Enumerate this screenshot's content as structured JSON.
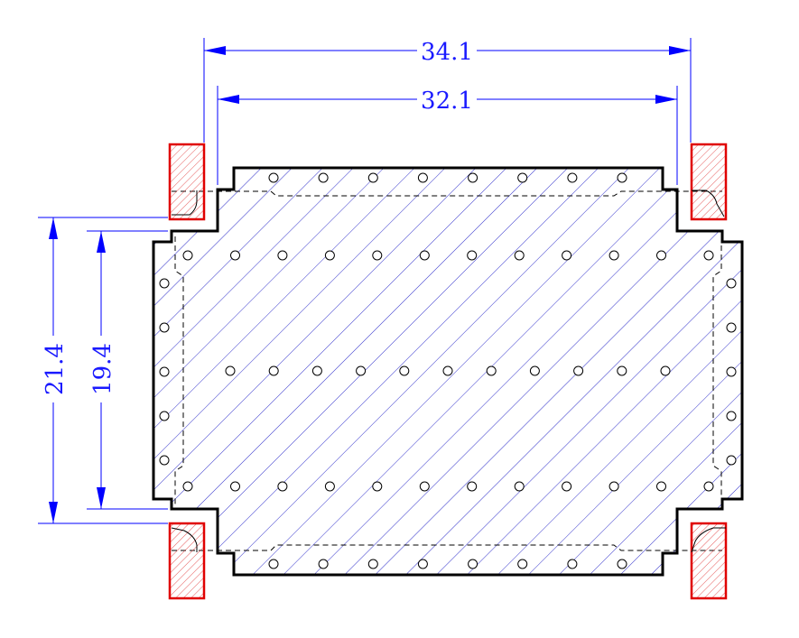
{
  "dimensions": {
    "outer_width": "34.1",
    "inner_width": "32.1",
    "outer_height": "21.4",
    "inner_height": "19.4"
  },
  "colors": {
    "outline": "#000000",
    "dimension": "#0000ff",
    "hatch": "#3333cc",
    "pad": "#e00000"
  },
  "via_rows": {
    "top_edge": 8,
    "upper": 12,
    "middle": 11,
    "lower": 12,
    "bottom_edge": 8,
    "left_column": 5,
    "right_column": 5
  }
}
